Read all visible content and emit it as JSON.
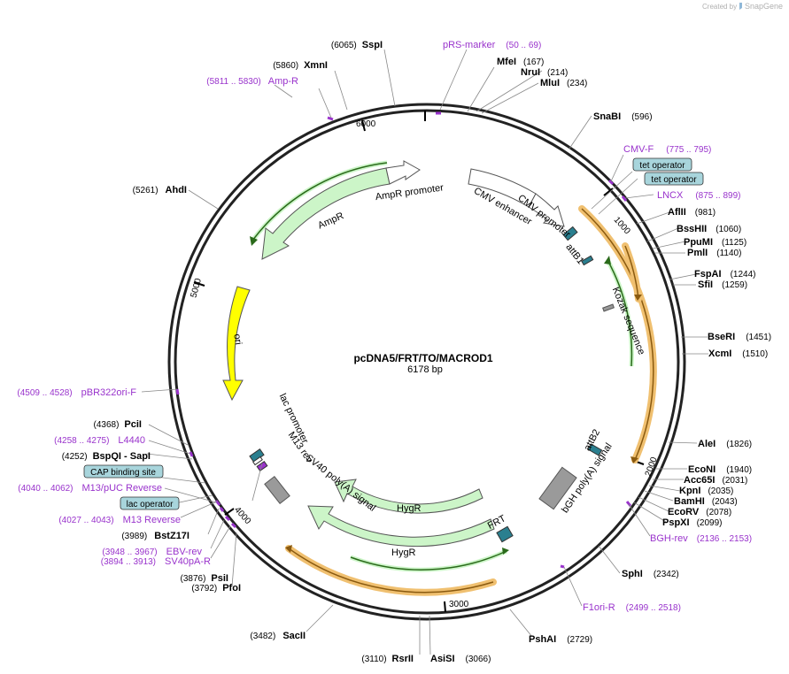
{
  "credit": {
    "created_by": "Created by",
    "brand": "SnapGene"
  },
  "plasmid": {
    "name": "pcDNA5/FRT/TO/MACROD1",
    "size_label": "6178 bp"
  },
  "ruler_ticks": [
    "1000",
    "2000",
    "3000",
    "4000",
    "5000",
    "6000"
  ],
  "sites": [
    {
      "name": "SspI",
      "pos": "(6065)"
    },
    {
      "name": "XmnI",
      "pos": "(5860)"
    },
    {
      "name": "MfeI",
      "pos": "(167)"
    },
    {
      "name": "NruI",
      "pos": "(214)"
    },
    {
      "name": "MluI",
      "pos": "(234)"
    },
    {
      "name": "SnaBI",
      "pos": "(596)"
    },
    {
      "name": "AflII",
      "pos": "(981)"
    },
    {
      "name": "BssHII",
      "pos": "(1060)"
    },
    {
      "name": "PpuMI",
      "pos": "(1125)"
    },
    {
      "name": "PmlI",
      "pos": "(1140)"
    },
    {
      "name": "FspAI",
      "pos": "(1244)"
    },
    {
      "name": "SfiI",
      "pos": "(1259)"
    },
    {
      "name": "BseRI",
      "pos": "(1451)"
    },
    {
      "name": "XcmI",
      "pos": "(1510)"
    },
    {
      "name": "AleI",
      "pos": "(1826)"
    },
    {
      "name": "EcoNI",
      "pos": "(1940)"
    },
    {
      "name": "Acc65I",
      "pos": "(2031)"
    },
    {
      "name": "KpnI",
      "pos": "(2035)"
    },
    {
      "name": "BamHI",
      "pos": "(2043)"
    },
    {
      "name": "EcoRV",
      "pos": "(2078)"
    },
    {
      "name": "PspXI",
      "pos": "(2099)"
    },
    {
      "name": "SphI",
      "pos": "(2342)"
    },
    {
      "name": "PshAI",
      "pos": "(2729)"
    },
    {
      "name": "AsiSI",
      "pos": "(3066)"
    },
    {
      "name": "RsrII",
      "pos": "(3110)"
    },
    {
      "name": "SacII",
      "pos": "(3482)"
    },
    {
      "name": "PfoI",
      "pos": "(3792)"
    },
    {
      "name": "PsiI",
      "pos": "(3876)"
    },
    {
      "name": "BstZ17I",
      "pos": "(3989)"
    },
    {
      "name": "BspQI - SapI",
      "pos": "(4252)"
    },
    {
      "name": "PciI",
      "pos": "(4368)"
    },
    {
      "name": "AhdI",
      "pos": "(5261)"
    }
  ],
  "primers": [
    {
      "name": "pRS-marker",
      "range": "(50 .. 69)"
    },
    {
      "name": "Amp-R",
      "range": "(5811 .. 5830)"
    },
    {
      "name": "CMV-F",
      "range": "(775 .. 795)"
    },
    {
      "name": "LNCX",
      "range": "(875 .. 899)"
    },
    {
      "name": "BGH-rev",
      "range": "(2136 .. 2153)"
    },
    {
      "name": "F1ori-R",
      "range": "(2499 .. 2518)"
    },
    {
      "name": "pBR322ori-F",
      "range": "(4509 .. 4528)"
    },
    {
      "name": "L4440",
      "range": "(4258 .. 4275)"
    },
    {
      "name": "M13/pUC Reverse",
      "range": "(4040 .. 4062)"
    },
    {
      "name": "M13 Reverse",
      "range": "(4027 .. 4043)"
    },
    {
      "name": "EBV-rev",
      "range": "(3948 .. 3967)"
    },
    {
      "name": "SV40pA-R",
      "range": "(3894 .. 3913)"
    }
  ],
  "boxed_features": [
    {
      "name": "tet operator"
    },
    {
      "name": "tet operator"
    },
    {
      "name": "CAP binding site"
    },
    {
      "name": "lac operator"
    }
  ],
  "features": [
    {
      "name": "AmpR promoter"
    },
    {
      "name": "AmpR"
    },
    {
      "name": "ori"
    },
    {
      "name": "CMV enhancer"
    },
    {
      "name": "CMV promoter"
    },
    {
      "name": "attB1"
    },
    {
      "name": "Kozak sequence"
    },
    {
      "name": "attB2"
    },
    {
      "name": "bGH poly(A) signal"
    },
    {
      "name": "FRT"
    },
    {
      "name": "HygR"
    },
    {
      "name": "HygR"
    },
    {
      "name": "SV40 poly(A) signal"
    },
    {
      "name": "M13 rev"
    },
    {
      "name": "lac promoter"
    }
  ],
  "colors": {
    "backbone": "#222222",
    "primer": "#9933cc",
    "resistance": "#ccf5c8",
    "ori": "#ffff00",
    "orf_orange": "#f0c080",
    "promoter_white": "#ffffff",
    "terminator_gray": "#9a9a9a",
    "protein_site_teal": "#2a7f8f",
    "box_fill": "#a8d5dc"
  }
}
